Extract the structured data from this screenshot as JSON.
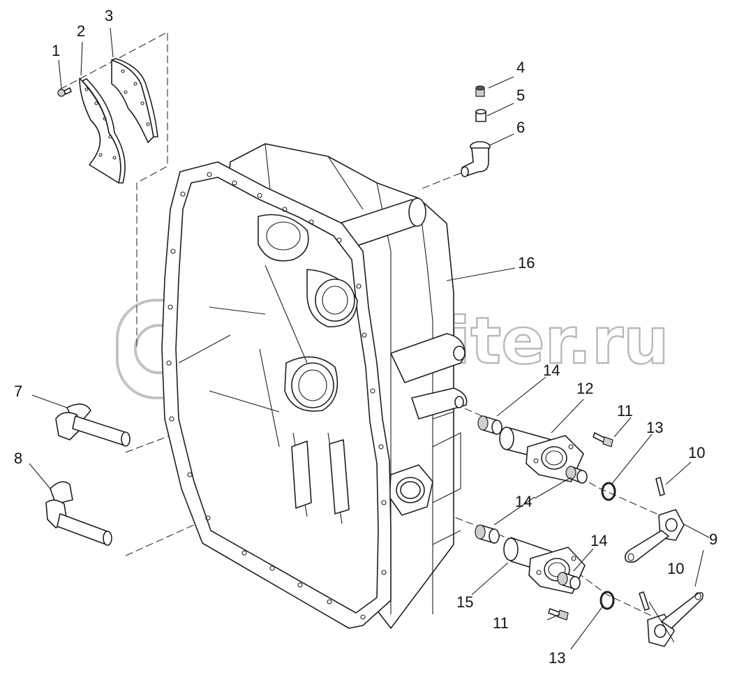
{
  "watermark": {
    "text": "autopiter.ru"
  },
  "callouts": [
    {
      "id": "c1",
      "label": "1"
    },
    {
      "id": "c2",
      "label": "2"
    },
    {
      "id": "c3",
      "label": "3"
    },
    {
      "id": "c4",
      "label": "4"
    },
    {
      "id": "c5",
      "label": "5"
    },
    {
      "id": "c6",
      "label": "6"
    },
    {
      "id": "c7",
      "label": "7"
    },
    {
      "id": "c8",
      "label": "8"
    },
    {
      "id": "c9",
      "label": "9"
    },
    {
      "id": "c10a",
      "label": "10"
    },
    {
      "id": "c10b",
      "label": "10"
    },
    {
      "id": "c11a",
      "label": "11"
    },
    {
      "id": "c11b",
      "label": "11"
    },
    {
      "id": "c12",
      "label": "12"
    },
    {
      "id": "c13a",
      "label": "13"
    },
    {
      "id": "c13b",
      "label": "13"
    },
    {
      "id": "c14a",
      "label": "14"
    },
    {
      "id": "c14b",
      "label": "14"
    },
    {
      "id": "c14c",
      "label": "14"
    },
    {
      "id": "c15",
      "label": "15"
    },
    {
      "id": "c16",
      "label": "16"
    }
  ]
}
